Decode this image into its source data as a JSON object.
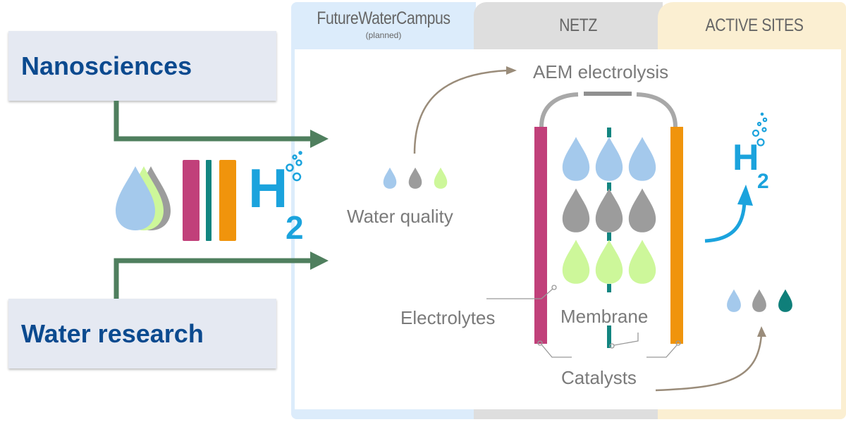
{
  "columns": {
    "future_water_campus": {
      "title": "FutureWaterCampus",
      "subtitle": "(planned)"
    },
    "netz": {
      "title": "NETZ"
    },
    "active_sites": {
      "title": "ACTIVE SITES"
    }
  },
  "boxes": {
    "nanosciences": "Nanosciences",
    "water_research": "Water research"
  },
  "labels": {
    "water_quality": "Water quality",
    "aem_electrolysis": "AEM electrolysis",
    "electrolytes": "Electrolytes",
    "membrane": "Membrane",
    "catalysts": "Catalysts"
  },
  "h2": {
    "letter": "H",
    "subscript": "2"
  },
  "colors": {
    "fwc_bg": "#dcecfb",
    "netz_bg": "#dedede",
    "active_bg": "#fbefd2",
    "box_text": "#0b4a8f",
    "arrow_green": "#4f7f5e",
    "arrow_brown": "#9a8c7a",
    "h2_blue": "#1ba3dd",
    "drop_blue": "#a4c9ec",
    "drop_gray": "#9c9c9c",
    "drop_lime": "#cdf79a",
    "drop_teal": "#0f7f7a",
    "electrode_magenta": "#c1407a",
    "membrane_teal": "#128580",
    "electrode_orange": "#f0940c",
    "label_gray": "#7a7a7a"
  }
}
